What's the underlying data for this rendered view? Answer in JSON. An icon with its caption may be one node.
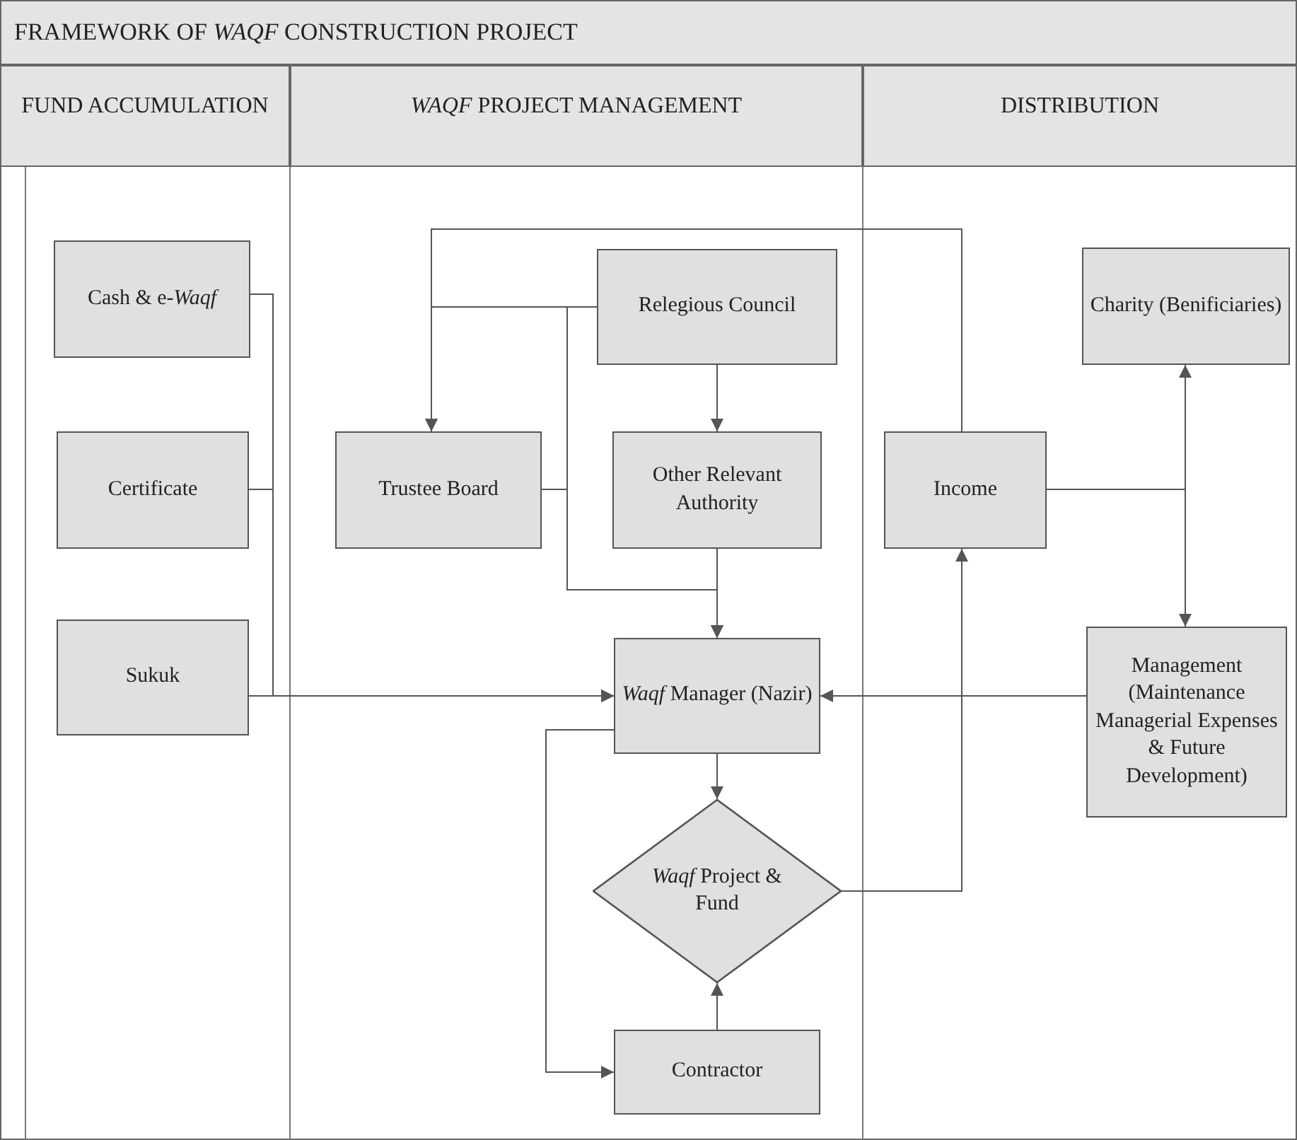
{
  "diagram": {
    "title": "FRAMEWORK OF *WAQF* CONSTRUCTION PROJECT",
    "nodes": [
      {
        "text": [
          "Cash & e-*Waqf*"
        ]
      },
      {
        "text": [
          "Certificate"
        ]
      },
      {
        "text": [
          "Sukuk"
        ]
      },
      {
        "text": [
          "Relegious Council"
        ]
      },
      {
        "text": [
          "Trustee Board"
        ]
      },
      {
        "text": [
          "Other Relevant Authority"
        ]
      },
      {
        "text": [
          "*Waqf* Manager (Nazir)"
        ]
      },
      {
        "text": [
          "*Waqf* Project & Fund"
        ]
      },
      {
        "text": [
          "Contractor"
        ]
      },
      {
        "text": [
          "Income"
        ]
      },
      {
        "text": [
          "Charity (Benificiaries)"
        ]
      },
      {
        "text": [
          "Management (Maintenance Managerial Expenses & Future Development)"
        ]
      }
    ],
    "edges": [
      {
        "from": 0,
        "to": 6,
        "arrow": "to"
      },
      {
        "from": 1,
        "to": 6,
        "arrow": "to"
      },
      {
        "from": 2,
        "to": 6,
        "arrow": "to"
      },
      {
        "from": 3,
        "to": 4,
        "arrow": "to"
      },
      {
        "from": 9,
        "to": 4,
        "arrow": "to"
      },
      {
        "from": 3,
        "to": 5,
        "arrow": "to"
      },
      {
        "from": 4,
        "to": 6,
        "arrow": "to"
      },
      {
        "from": 3,
        "to": 6,
        "arrow": "to"
      },
      {
        "from": 5,
        "to": 6,
        "arrow": "to"
      },
      {
        "from": 6,
        "to": 7,
        "arrow": "to"
      },
      {
        "from": 6,
        "to": 8,
        "arrow": "to"
      },
      {
        "from": 8,
        "to": 7,
        "arrow": "to"
      },
      {
        "from": 7,
        "to": 9,
        "arrow": "to"
      },
      {
        "from": 9,
        "to": 10,
        "arrow": "to"
      },
      {
        "from": 9,
        "to": 11,
        "arrow": "to"
      },
      {
        "from": 11,
        "to": 6,
        "arrow": "to"
      }
    ],
    "labels": [
      "FUND ACCUMULATION",
      "*WAQF* PROJECT MANAGEMENT",
      "DISTRIBUTION"
    ]
  }
}
